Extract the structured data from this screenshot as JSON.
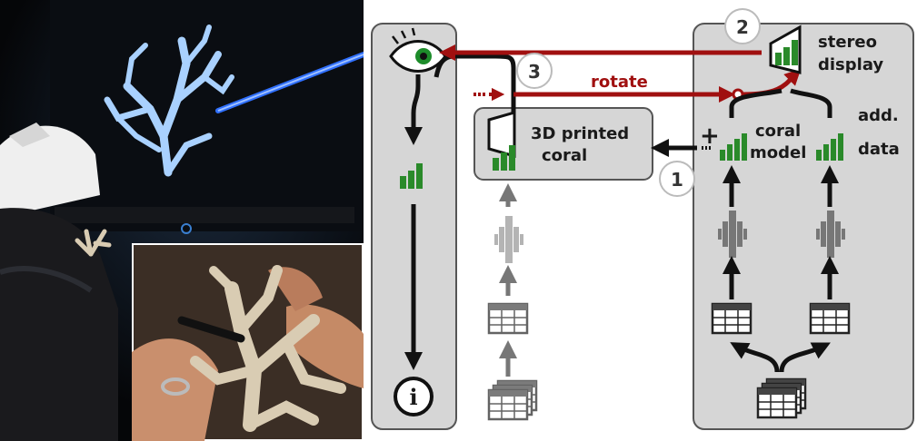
{
  "figure": {
    "labels": {
      "stereo_display_line1": "stereo",
      "stereo_display_line2": "display",
      "rotate": "rotate",
      "printed_line1": "3D printed",
      "printed_line2": "coral",
      "coral_model_line1": "coral",
      "coral_model_line2": "model",
      "add_data_line1": "add.",
      "add_data_line2": "data",
      "plus": "+",
      "info": "i"
    },
    "steps": [
      "1",
      "2",
      "3"
    ],
    "colors": {
      "bar_green": "#2a8a2a",
      "arrow_red": "#a01010",
      "panel_gray": "#d6d6d6",
      "panel_stroke": "#555555",
      "coral_blue": "#9fc8ff",
      "coral_beige": "#d9ccb3"
    }
  }
}
